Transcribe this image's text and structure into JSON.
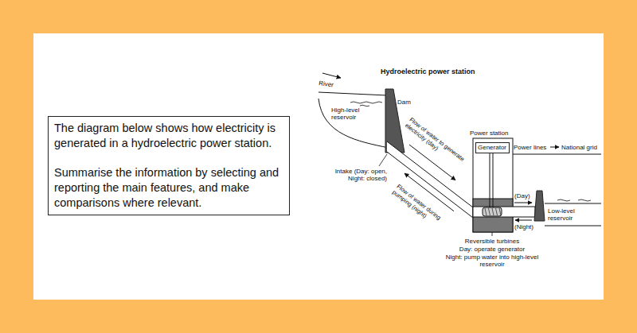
{
  "diagram": {
    "title": "Hydroelectric power station",
    "nodes": [
      {
        "text": [
          "The diagram below shows how electricity is generated in a hydroelectric power station.",
          "Summarise the information by selecting and reporting the main features, and make comparisons where relevant."
        ]
      },
      {
        "text": [
          "Generator"
        ]
      }
    ],
    "labels": [
      "River",
      "Dam",
      "High-level reservoir",
      "Flow of water to generate electricity (day)",
      "Intake (Day: open, Night: closed)",
      "Flow of water during pumping (night)",
      "Power station",
      "Power lines",
      "National grid",
      "(Day)",
      "Low-level reservoir",
      "(Night)",
      "Reversible turbines",
      "Day: operate generator",
      "Night: pump water into high-level reservoir"
    ]
  }
}
